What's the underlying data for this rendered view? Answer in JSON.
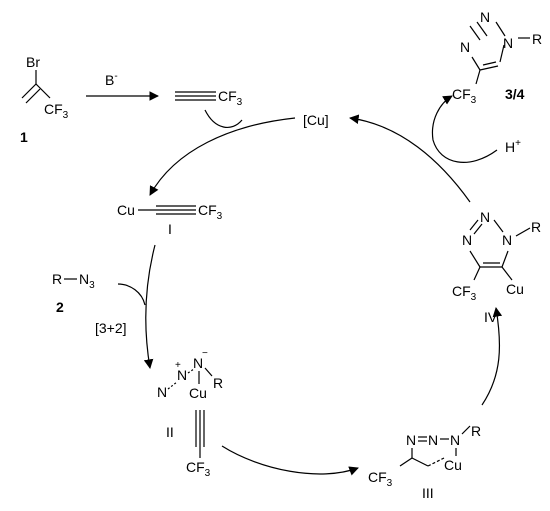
{
  "compound1": {
    "br": "Br",
    "cf3": "CF",
    "cf3_sub": "3",
    "number": "1"
  },
  "step_base": {
    "reagent": "B",
    "reagent_sup": "-"
  },
  "alkyne": {
    "cf3": "CF",
    "cf3_sub": "3"
  },
  "catalyst": {
    "label": "[Cu]"
  },
  "proton": {
    "label": "H",
    "sup": "+"
  },
  "product": {
    "n_top": "N",
    "n_mid": "N",
    "n_sub": "N",
    "r": "R",
    "cf3": "CF",
    "cf3_sub": "3",
    "number": "3/4"
  },
  "intermediate_I": {
    "cu": "Cu",
    "cf3": "CF",
    "cf3_sub": "3",
    "roman": "I"
  },
  "azide": {
    "r": "R",
    "n3": "N",
    "n3_sub": "3",
    "number": "2"
  },
  "cycloaddition": {
    "label": "[3+2]"
  },
  "intermediate_II": {
    "n_left": "N",
    "n_mid": "N",
    "n_right": "N",
    "plus": "+",
    "minus": "−",
    "r": "R",
    "cu": "Cu",
    "cf3": "CF",
    "cf3_sub": "3",
    "roman": "II"
  },
  "intermediate_III": {
    "n1": "N",
    "n2": "N",
    "n3": "N",
    "r": "R",
    "cu": "Cu",
    "cf3": "CF",
    "cf3_sub": "3",
    "roman": "III"
  },
  "intermediate_IV": {
    "n1": "N",
    "n2": "N",
    "n3": "N",
    "r": "R",
    "cu": "Cu",
    "cf3": "CF",
    "cf3_sub": "3",
    "roman": "IV"
  }
}
